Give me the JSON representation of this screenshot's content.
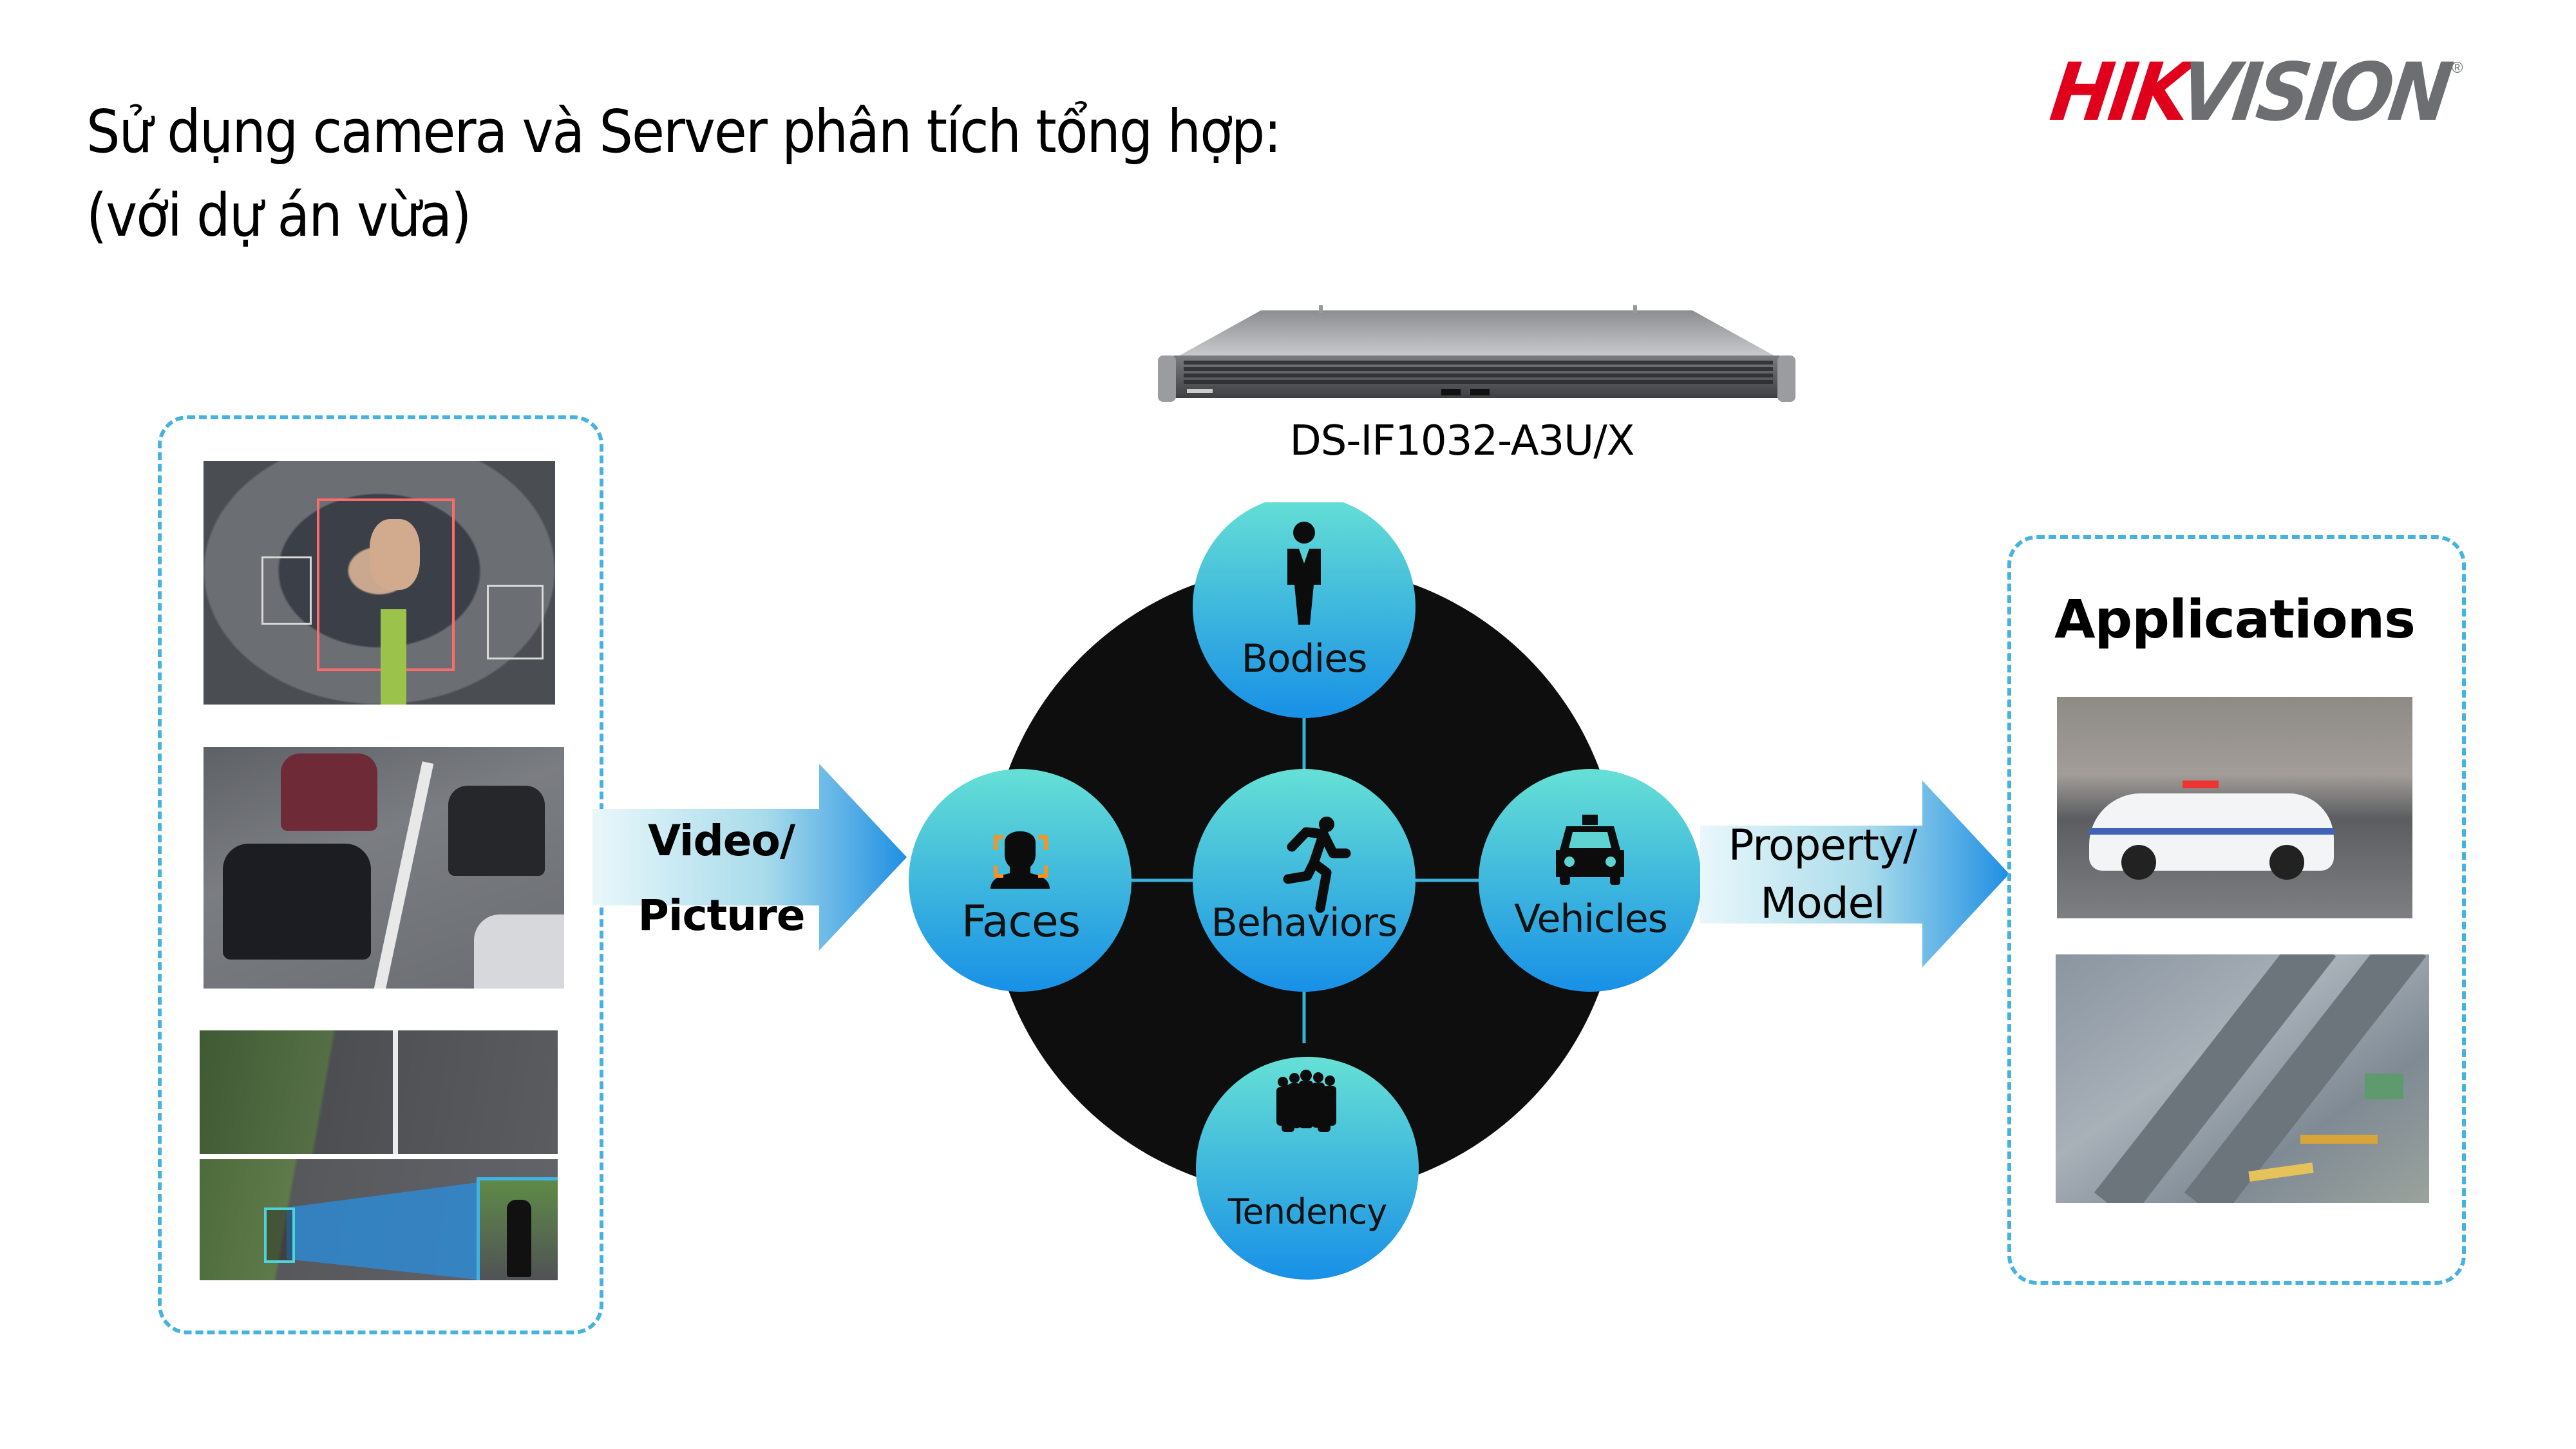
{
  "slide": {
    "title_lines": [
      "Sử dụng camera và Server phân tích tổng hợp:",
      "(với dự án vừa)"
    ],
    "logo": {
      "part1": "HIK",
      "part2": "VISION",
      "registered": "®",
      "colors": {
        "red": "#e0001b",
        "gray": "#6d6e71"
      }
    }
  },
  "server": {
    "model": "DS-IF1032-A3U/X"
  },
  "input_panel": {
    "images": [
      {
        "name": "face-detection-photo",
        "description": "crowd with face detection boxes"
      },
      {
        "name": "vehicle-traffic-photo",
        "description": "cars on road with license plates"
      },
      {
        "name": "road-scene-photo",
        "description": "empty road with trees"
      },
      {
        "name": "pedestrian-tracking-photo",
        "description": "pedestrian tracking with zoom box"
      }
    ]
  },
  "arrows": {
    "input": {
      "line1": "Video/",
      "line2": "Picture"
    },
    "output": {
      "line1": "Property/",
      "line2": "Model"
    }
  },
  "hub": {
    "center": {
      "label": "Behaviors",
      "icon": "running-person-icon"
    },
    "nodes": [
      {
        "id": "bodies",
        "label": "Bodies",
        "icon": "person-suit-icon"
      },
      {
        "id": "faces",
        "label": "Faces",
        "icon": "face-scan-icon"
      },
      {
        "id": "vehicles",
        "label": "Vehicles",
        "icon": "taxi-icon"
      },
      {
        "id": "tendency",
        "label": "Tendency",
        "icon": "crowd-icon"
      }
    ],
    "colors": {
      "circle_top": "#66e0d5",
      "circle_bottom": "#1890e6",
      "hub_bg": "#0e0e0e",
      "face_bracket": "#f7931e"
    }
  },
  "output_panel": {
    "title": "Applications",
    "images": [
      {
        "name": "police-car-photo",
        "description": "police car on street"
      },
      {
        "name": "city-traffic-aerial-photo",
        "description": "aerial view of city roads"
      }
    ]
  }
}
